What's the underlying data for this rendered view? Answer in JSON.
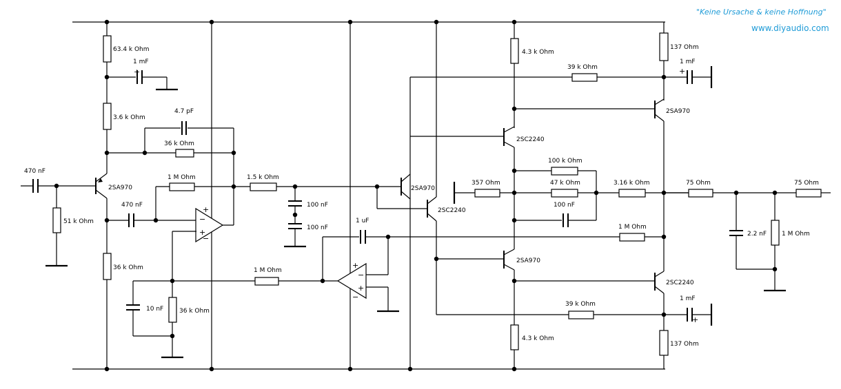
{
  "header": {
    "slogan": "\"Keine Ursache & keine Hoffnung\"",
    "website": "www.diyaudio.com"
  },
  "labels": {
    "r_63k4": "63.4 k Ohm",
    "c_1mf_in": "1 mF",
    "r_3k6": "3.6 k Ohm",
    "c_4p7": "4.7 pF",
    "r_36k_fb": "36 k Ohm",
    "c_470n_in": "470 nF",
    "q_in": "2SA970",
    "r_1m_top": "1 M Ohm",
    "r_1k5": "1.5 k Ohm",
    "r_51k": "51 k Ohm",
    "c_470n_2": "470 nF",
    "c_100n_a": "100 nF",
    "c_100n_b": "100 nF",
    "r_36k_em": "36 k Ohm",
    "c_10n": "10 nF",
    "r_36k_bias": "36 k Ohm",
    "r_1m_mid": "1 M Ohm",
    "c_1uf": "1 uF",
    "q_vas1": "2SA970",
    "q_vas2": "2SC2240",
    "r_4k3_top": "4.3 k Ohm",
    "r_39k_top": "39 k Ohm",
    "q_drv_top": "2SC2240",
    "r_100k": "100 k Ohm",
    "r_357": "357  Ohm",
    "r_47k": "47 k Ohm",
    "c_100n_c": "100 nF",
    "r_3k16": "3.16 k Ohm",
    "r_1m_right": "1 M Ohm",
    "q_drv_bot": "2SA970",
    "r_39k_bot": "39 k Ohm",
    "r_4k3_bot": "4.3 k Ohm",
    "r_137_top": "137  Ohm",
    "c_1mf_top": "1 mF",
    "q_out_top": "2SA970",
    "r_75_a": "75  Ohm",
    "r_75_b": "75  Ohm",
    "c_2n2": "2.2 nF",
    "r_1m_out": "1 M Ohm",
    "q_out_bot": "2SC2240",
    "c_1mf_bot": "1 mF",
    "r_137_bot": "137  Ohm"
  },
  "symbols": {
    "plus": "+",
    "minus": "−"
  }
}
